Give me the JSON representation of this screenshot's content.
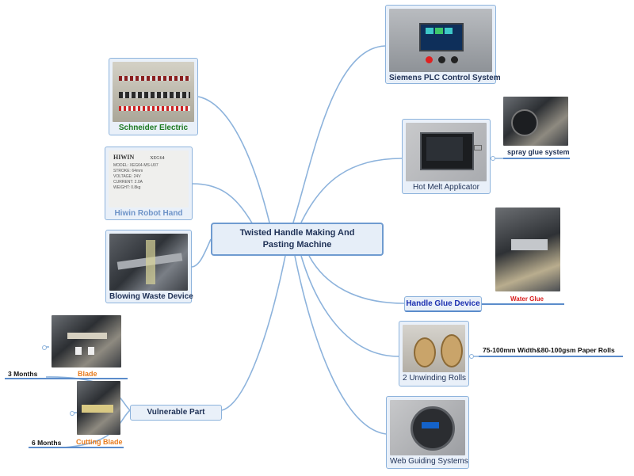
{
  "center": {
    "title": "Twisted Handle Making And Pasting Machine"
  },
  "nodes": {
    "siemens": {
      "label": "Siemens PLC Control System",
      "color": "#1f3156"
    },
    "hot_melt": {
      "label": "Hot Melt Applicator",
      "color": "#1f3156"
    },
    "handle_glue": {
      "label": "Handle Glue Device",
      "color": "#1a2fb0"
    },
    "unwinding": {
      "label": "2 Unwinding Rolls",
      "color": "#1f3156"
    },
    "web_guiding": {
      "label": "Web Guiding Systems",
      "color": "#1f3156"
    },
    "schneider": {
      "label": "Schneider Electric",
      "color": "#1d7a22"
    },
    "hiwin": {
      "label": "Hiwin Robot Hand",
      "color": "#6f94c8"
    },
    "blowing": {
      "label": "Blowing Waste Device",
      "color": "#1f3156"
    },
    "vulnerable": {
      "label": "Vulnerable Part",
      "color": "#1f3156"
    }
  },
  "leaves": {
    "spray_glue": {
      "label": "spray glue system",
      "color": "#1f3156"
    },
    "water_glue": {
      "label": "Water Glue",
      "color": "#d81e1e"
    },
    "paper_rolls": {
      "label": "75-100mm Width&80-100gsm Paper Rolls",
      "color": "#111111"
    },
    "blade": {
      "label": "Blade",
      "color": "#e87c1e"
    },
    "cutting_blade": {
      "label": "Cutting Blade",
      "color": "#e87c1e"
    },
    "three_months": {
      "label": "3 Months",
      "color": "#111111"
    },
    "six_months": {
      "label": "6 Months",
      "color": "#111111"
    }
  },
  "hiwin_card": {
    "brand": "HIWIN",
    "model": "XEG64",
    "lines": [
      "MODEL: XEG64-MS-U07",
      "STROKE: 64mm",
      "VOLTAGE: 24V",
      "CURRENT: 2.0A",
      "WEIGHT: 0.8kg"
    ]
  },
  "colors": {
    "link": "#8db3dc",
    "underline": "#5b8ccb"
  }
}
